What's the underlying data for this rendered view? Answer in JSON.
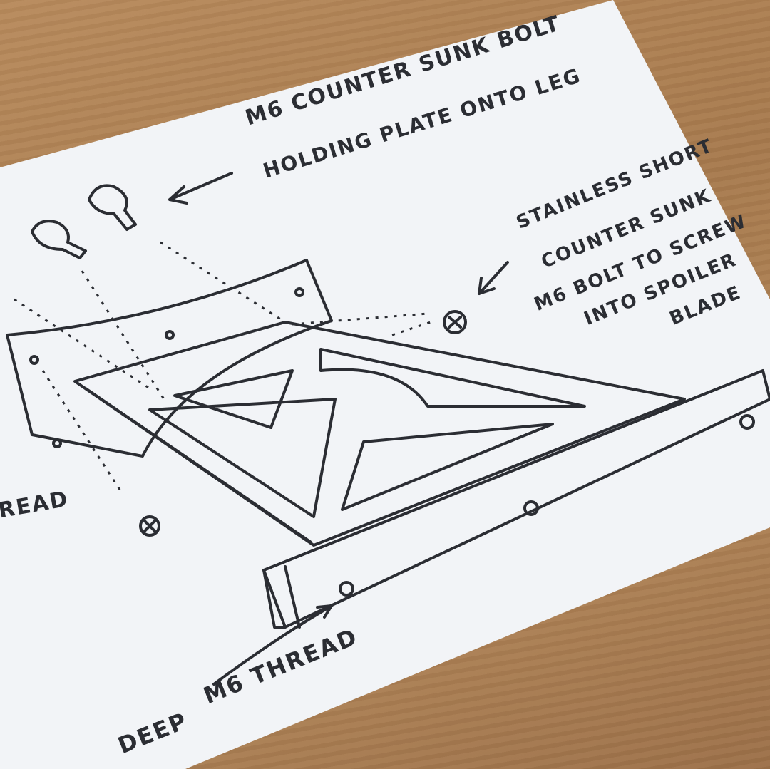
{
  "notes": {
    "top_line1": "M6 COUNTER SUNK BOLT",
    "top_line2": "HOLDING PLATE ONTO LEG",
    "right_line1": "STAINLESS SHORT",
    "right_line2": "COUNTER SUNK",
    "right_line3": "M6 BOLT TO SCREW",
    "right_line4": "INTO SPOILER",
    "right_line5": "BLADE",
    "left_partial": "READ",
    "bottom_line1": "M6 THREAD",
    "bottom_line2": "DEEP"
  },
  "colors": {
    "ink": "#2b2d33",
    "paper": "#f3f5f8",
    "wood": "#a77a4d"
  }
}
